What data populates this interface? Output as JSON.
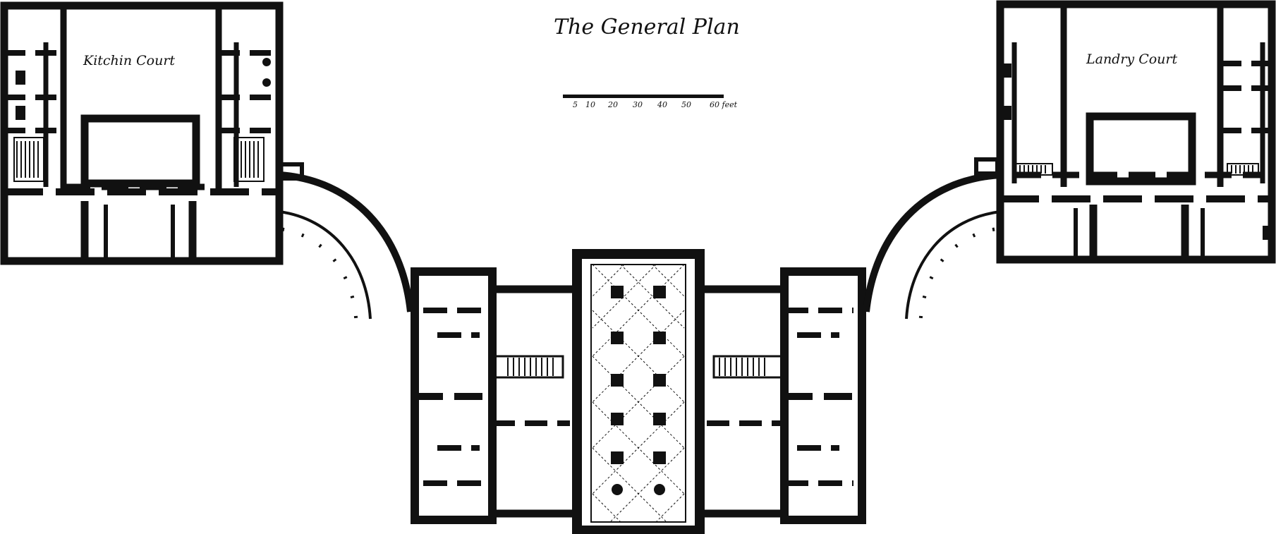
{
  "title": "The General Plan",
  "scale_bar": {
    "ticks": [
      "5",
      "10",
      "20",
      "30",
      "40",
      "50",
      "60 feet"
    ]
  },
  "labels": {
    "left_court": "Kitchin Court",
    "right_court": "Landry Court"
  },
  "colors": {
    "ink": "#111111",
    "paper": "#ffffff"
  }
}
